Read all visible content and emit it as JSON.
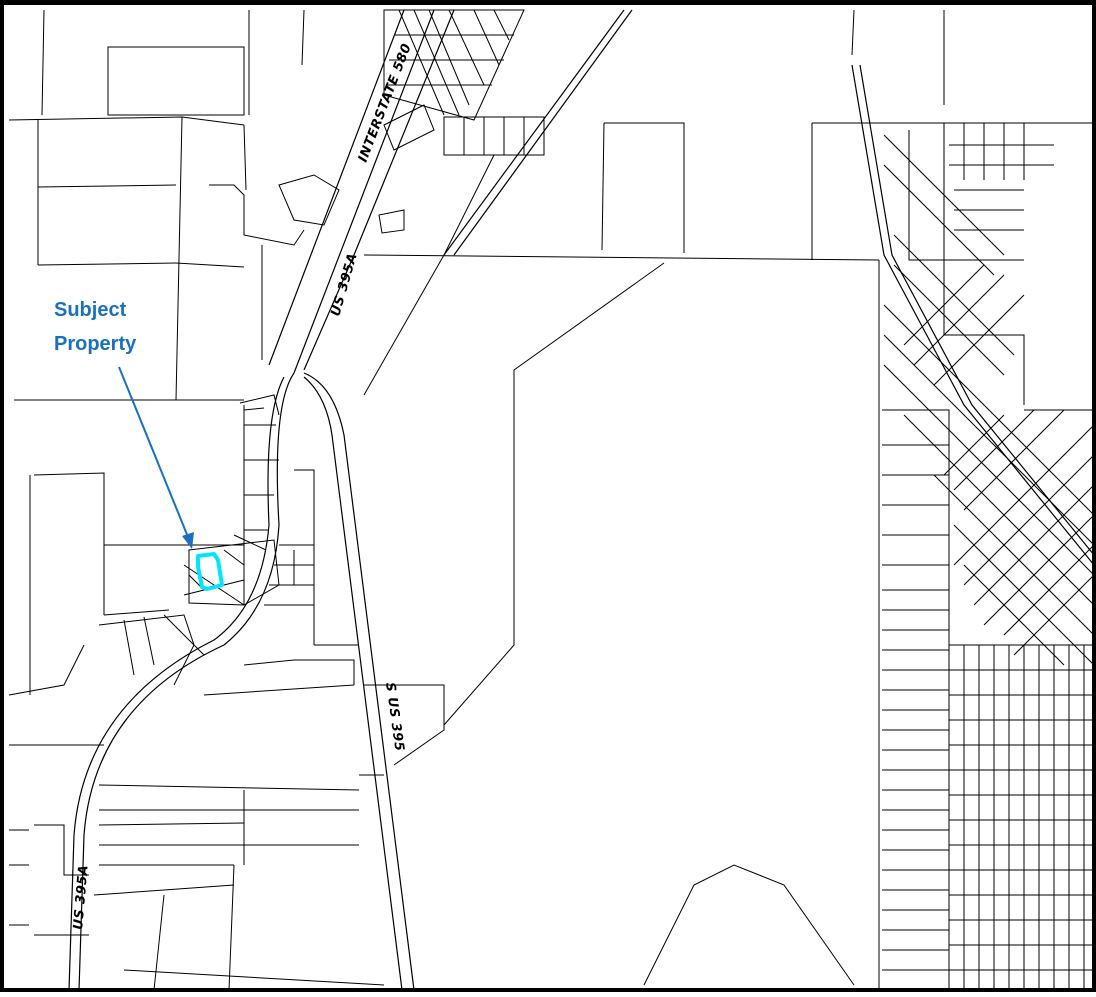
{
  "callout": {
    "line1": "Subject",
    "line2": "Property",
    "color": "#1a6fbf",
    "highlight_color": "#00e5ff"
  },
  "road_labels": {
    "interstate": "INTERSTATE 580",
    "us395a_north": "US 395A",
    "us395a_south": "US 395A",
    "s_us395": "S US 395"
  }
}
